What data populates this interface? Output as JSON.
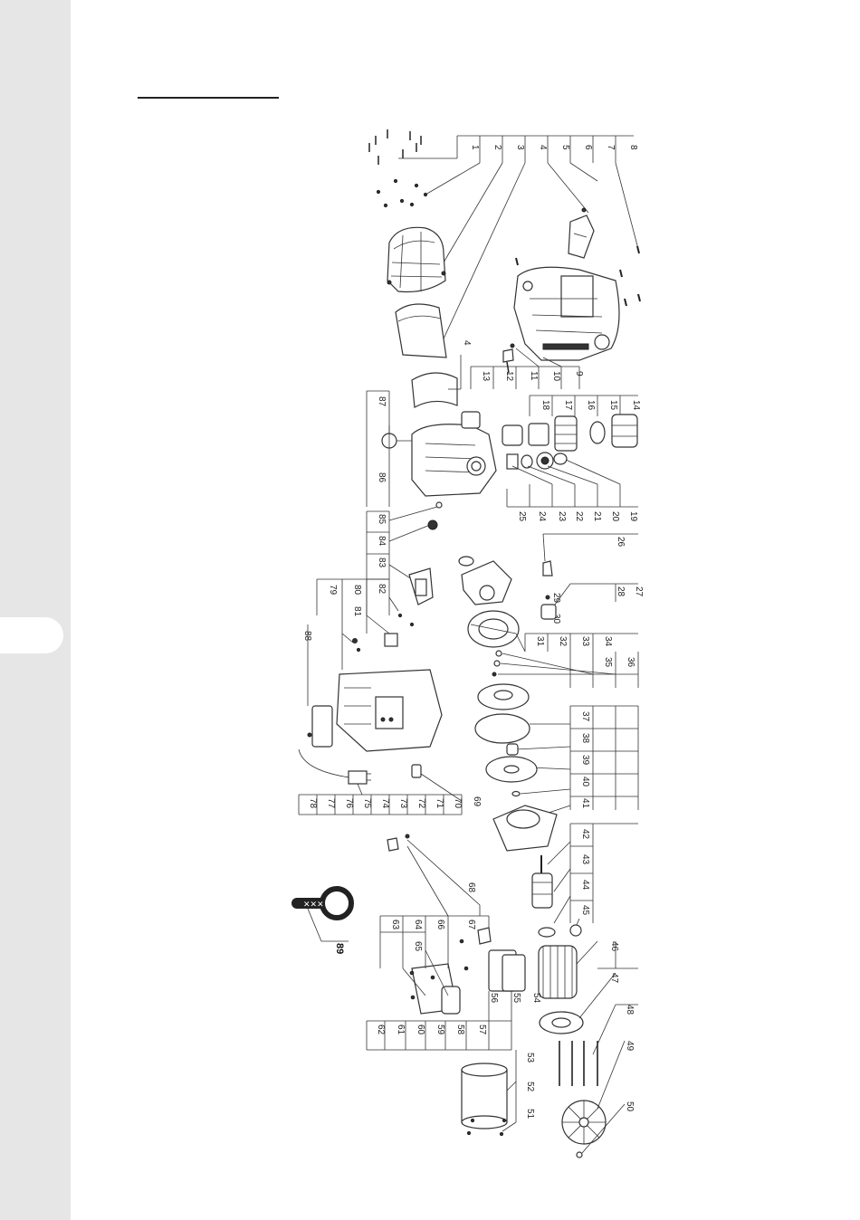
{
  "colors": {
    "sidebar": "#e6e6e6",
    "ink": "#222222",
    "page": "#ffffff"
  },
  "callouts": {
    "c1": "1",
    "c2": "2",
    "c3": "3",
    "c4a": "4",
    "c4b": "4",
    "c5": "5",
    "c6": "6",
    "c7": "7",
    "c8": "8",
    "c9": "9",
    "c10": "10",
    "c11": "11",
    "c12": "12",
    "c13": "13",
    "c14": "14",
    "c15": "15",
    "c16": "16",
    "c17": "17",
    "c18": "18",
    "c19": "19",
    "c20": "20",
    "c21": "21",
    "c22": "22",
    "c23": "23",
    "c24": "24",
    "c25": "25",
    "c26": "26",
    "c27": "27",
    "c28": "28",
    "c29": "29",
    "c30": "30",
    "c31": "31",
    "c32": "32",
    "c33": "33",
    "c34": "34",
    "c35": "35",
    "c36": "36",
    "c37": "37",
    "c38": "38",
    "c39": "39",
    "c40": "40",
    "c41": "41",
    "c42": "42",
    "c43": "43",
    "c44": "44",
    "c45": "45",
    "c46": "46",
    "c47": "47",
    "c48": "48",
    "c49": "49",
    "c50": "50",
    "c51": "51",
    "c52": "52",
    "c53": "53",
    "c54": "54",
    "c55": "55",
    "c56": "56",
    "c57": "57",
    "c58": "58",
    "c59": "59",
    "c60": "60",
    "c61": "61",
    "c62": "62",
    "c63": "63",
    "c64": "64",
    "c65": "65",
    "c66": "66",
    "c67": "67",
    "c68": "68",
    "c69": "69",
    "c70": "70",
    "c71": "71",
    "c72": "72",
    "c73": "73",
    "c74": "74",
    "c75": "75",
    "c76": "76",
    "c77": "77",
    "c78": "78",
    "c79": "79",
    "c80": "80",
    "c81": "81",
    "c82": "82",
    "c83": "83",
    "c84": "84",
    "c85": "85",
    "c86": "86",
    "c87": "87",
    "c88": "88",
    "c89": "89"
  }
}
